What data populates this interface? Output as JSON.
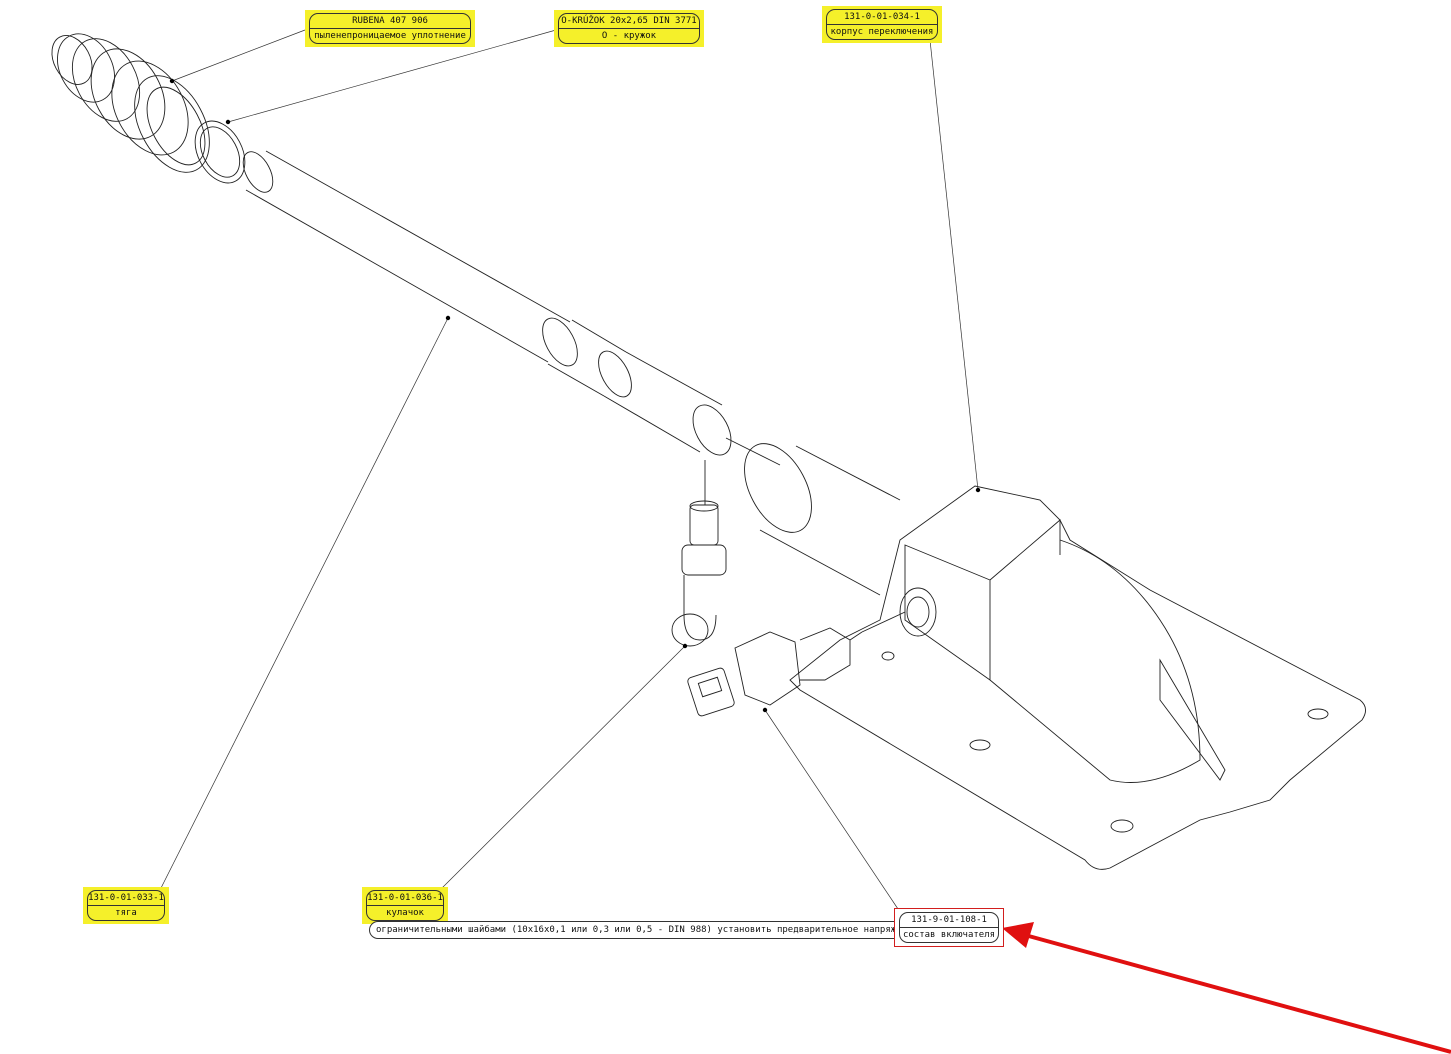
{
  "labels": {
    "rubena": {
      "code": "RUBENA 407 906",
      "name": "пыленепроницаемое уплотнение"
    },
    "oring": {
      "code": "O-KRÚŽOK 20x2,65 DIN 3771",
      "name": "O - кружок"
    },
    "housing": {
      "code": "131-0-01-034-1",
      "name": "корпус переключения"
    },
    "rod": {
      "code": "131-0-01-033-1",
      "name": "тяга"
    },
    "cam": {
      "code": "131-0-01-036-1",
      "name": "кулачок"
    },
    "switch": {
      "code": "131-9-01-108-1",
      "name": "состав включателя"
    }
  },
  "note": "ограничительными шайбами (10x16x0,1 или 0,3 или 0,5 - DIN 988) установить предварительное напряжение",
  "colors": {
    "highlight": "#f5f02a",
    "arrow": "#e01010",
    "line": "#333333"
  }
}
